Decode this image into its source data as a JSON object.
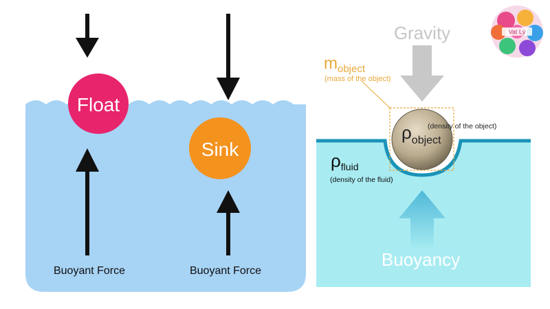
{
  "left_panel": {
    "float_label": "Float",
    "sink_label": "Sink",
    "buoyant_label_1": "Buoyant Force",
    "buoyant_label_2": "Buoyant Force"
  },
  "right_panel": {
    "gravity_label": "Gravity",
    "mass_symbol": "m",
    "mass_subscript": "object",
    "mass_note": "(mass of the object)",
    "rho_object_symbol": "ρ",
    "rho_object_subscript": "object",
    "rho_object_note": "(density of the object)",
    "rho_fluid_symbol": "ρ",
    "rho_fluid_subscript": "fluid",
    "rho_fluid_note": "(density of the fluid)",
    "buoyancy_label": "Buoyancy"
  },
  "logo": {
    "text": "Vat Lý",
    "icon": "colorful-circular-logo"
  },
  "colors": {
    "left_water": "#a7d3f5",
    "right_water": "#a8ecf2",
    "right_surface": "#1a93b8",
    "float_ball": "#e8246d",
    "sink_ball": "#f4921e",
    "mass_label": "#e8a93a",
    "gravity_arrow": "#c8c8c8",
    "buoyancy_arrow": "#5cc3dc"
  }
}
